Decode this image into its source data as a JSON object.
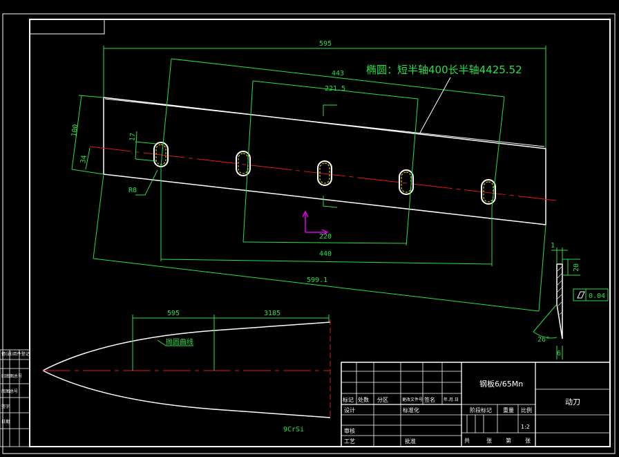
{
  "dimensions": {
    "overall_length": "595",
    "slot_span": "443",
    "middle_span": "221.5",
    "height": "100",
    "offset_34": "34",
    "slot_17": "17",
    "radius": "R8",
    "bottom_220": "220",
    "bottom_440": "440",
    "diagonal_length": "599.1"
  },
  "ellipse_note": "椭圆：短半轴400长半轴4425.52",
  "section": {
    "top_1": "1",
    "height_20": "20",
    "flatness": "0.04",
    "angle": "26°",
    "bottom_6": "6"
  },
  "curve": {
    "dim_595": "595",
    "dim_3185": "3185",
    "label": "抛圆曲线",
    "material": "9CrSi"
  },
  "title_block": {
    "material": "钢板6/65Mn",
    "part_name": "动刀",
    "scale": "1:2",
    "rev_header": [
      "标记",
      "处数",
      "分区",
      "更改文件号",
      "签名",
      "年.月.日"
    ],
    "design": "设计",
    "standardize": "标准化",
    "review": "审核",
    "process": "工艺",
    "approve": "批准",
    "stage_mark": "阶段标记",
    "weight": "重量",
    "ratio": "比例",
    "sheet": [
      "共",
      "张",
      "第",
      "张"
    ]
  },
  "side_table": [
    "借(通)用件登记",
    "",
    "旧底图总号",
    "",
    "底图总号",
    "",
    "签字",
    "",
    "日期"
  ],
  "colors": {
    "outline": "#ffffff",
    "dimension": "#27e04a",
    "centerline": "#e01818",
    "slot": "#ffe400",
    "ucs": "#e000e0"
  }
}
